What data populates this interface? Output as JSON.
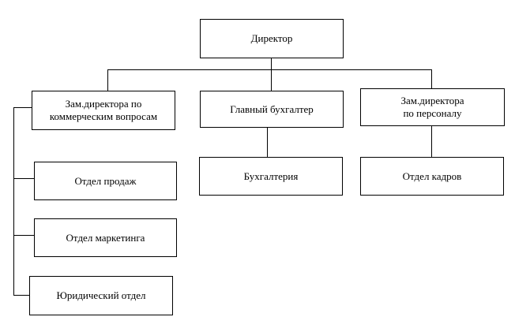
{
  "org_chart": {
    "director": {
      "label": "Директор"
    },
    "deputy_commercial": {
      "line1": "Зам.директора по",
      "line2": "коммерческим вопросам"
    },
    "chief_accountant": {
      "label": "Главный бухгалтер"
    },
    "deputy_personnel": {
      "line1": "Зам.директора",
      "line2": "по персоналу"
    },
    "sales_department": {
      "label": "Отдел продаж"
    },
    "marketing_department": {
      "label": "Отдел маркетинга"
    },
    "legal_department": {
      "label": "Юридический отдел"
    },
    "accounting": {
      "label": "Бухгалтерия"
    },
    "hr_department": {
      "label": "Отдел кадров"
    }
  }
}
